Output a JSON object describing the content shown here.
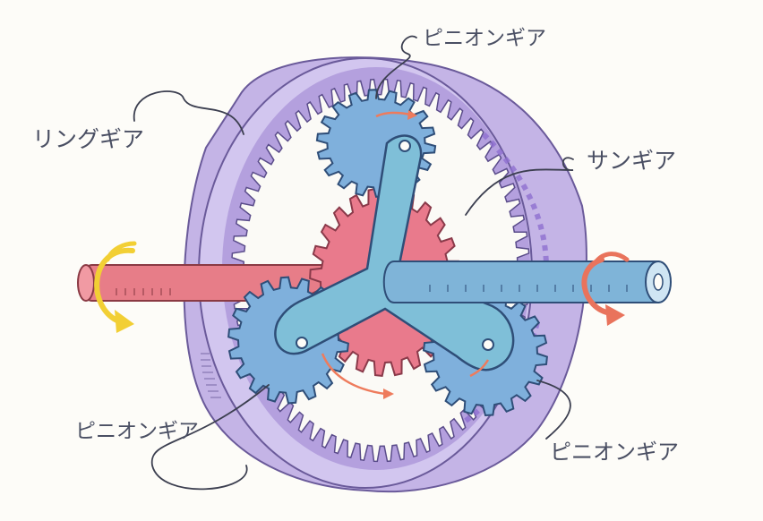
{
  "labels": {
    "ring_gear": "リングギア",
    "pinion_top": "ピニオンギア",
    "sun_gear": "サンギア",
    "pinion_left": "ピニオンギア",
    "pinion_right": "ピニオンギア"
  },
  "colors": {
    "ring_gear": "#b6a3dd",
    "ring_gear_dark": "#8e78c8",
    "ring_teeth_purple": "#8f6fd0",
    "pinion_gear": "#7fb0dc",
    "sun_gear": "#e97a8c",
    "carrier": "#7fbfd8",
    "input_shaft": "#e77d88",
    "output_shaft": "#7fb4d8",
    "rotation_arrow_input": "#f2cf34",
    "rotation_arrow_output": "#e9735c",
    "motion_arrow": "#ee7b5c",
    "leader_line": "#3c3f50"
  },
  "icons": [
    "rotation-arrow-icon",
    "rotation-arrow-icon",
    "motion-arrow-icon"
  ]
}
